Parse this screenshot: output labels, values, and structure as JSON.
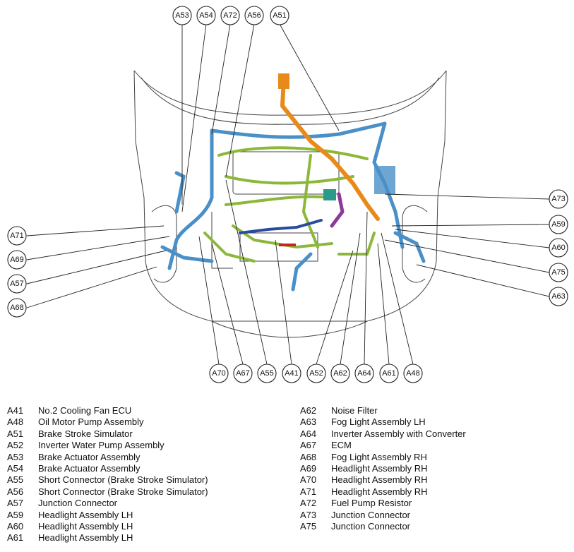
{
  "colors": {
    "harness_blue": "#4a90c8",
    "harness_green": "#8cb83a",
    "harness_orange": "#e88a1a",
    "harness_purple": "#8a3a9a",
    "harness_teal": "#2a9a8a",
    "harness_navy": "#2a4aa0",
    "harness_red": "#cc2222",
    "outline": "#444444"
  },
  "callouts": [
    {
      "id": "c-a53",
      "label": "A53"
    },
    {
      "id": "c-a54",
      "label": "A54"
    },
    {
      "id": "c-a72",
      "label": "A72"
    },
    {
      "id": "c-a56",
      "label": "A56"
    },
    {
      "id": "c-a51",
      "label": "A51"
    },
    {
      "id": "c-a73",
      "label": "A73"
    },
    {
      "id": "c-a59",
      "label": "A59"
    },
    {
      "id": "c-a60",
      "label": "A60"
    },
    {
      "id": "c-a75",
      "label": "A75"
    },
    {
      "id": "c-a63",
      "label": "A63"
    },
    {
      "id": "c-a71",
      "label": "A71"
    },
    {
      "id": "c-a69",
      "label": "A69"
    },
    {
      "id": "c-a57",
      "label": "A57"
    },
    {
      "id": "c-a68",
      "label": "A68"
    },
    {
      "id": "c-a70",
      "label": "A70"
    },
    {
      "id": "c-a67",
      "label": "A67"
    },
    {
      "id": "c-a55",
      "label": "A55"
    },
    {
      "id": "c-a41",
      "label": "A41"
    },
    {
      "id": "c-a52",
      "label": "A52"
    },
    {
      "id": "c-a62",
      "label": "A62"
    },
    {
      "id": "c-a64",
      "label": "A64"
    },
    {
      "id": "c-a61",
      "label": "A61"
    },
    {
      "id": "c-a48",
      "label": "A48"
    }
  ],
  "legend_left": [
    {
      "code": "A41",
      "name": "No.2 Cooling Fan ECU"
    },
    {
      "code": "A48",
      "name": "Oil Motor Pump Assembly"
    },
    {
      "code": "A51",
      "name": "Brake Stroke Simulator"
    },
    {
      "code": "A52",
      "name": "Inverter Water Pump Assembly"
    },
    {
      "code": "A53",
      "name": "Brake Actuator Assembly"
    },
    {
      "code": "A54",
      "name": "Brake Actuator Assembly"
    },
    {
      "code": "A55",
      "name": "Short Connector (Brake Stroke Simulator)"
    },
    {
      "code": "A56",
      "name": "Short Connector (Brake Stroke Simulator)"
    },
    {
      "code": "A57",
      "name": "Junction Connector"
    },
    {
      "code": "A59",
      "name": "Headlight Assembly LH"
    },
    {
      "code": "A60",
      "name": "Headlight Assembly LH"
    },
    {
      "code": "A61",
      "name": "Headlight Assembly LH"
    }
  ],
  "legend_right": [
    {
      "code": "A62",
      "name": "Noise Filter"
    },
    {
      "code": "A63",
      "name": "Fog Light Assembly LH"
    },
    {
      "code": "A64",
      "name": "Inverter Assembly with Converter"
    },
    {
      "code": "A67",
      "name": "ECM"
    },
    {
      "code": "A68",
      "name": "Fog Light Assembly RH"
    },
    {
      "code": "A69",
      "name": "Headlight Assembly RH"
    },
    {
      "code": "A70",
      "name": "Headlight Assembly RH"
    },
    {
      "code": "A71",
      "name": "Headlight Assembly RH"
    },
    {
      "code": "A72",
      "name": "Fuel Pump Resistor"
    },
    {
      "code": "A73",
      "name": "Junction Connector"
    },
    {
      "code": "A75",
      "name": "Junction Connector"
    }
  ]
}
